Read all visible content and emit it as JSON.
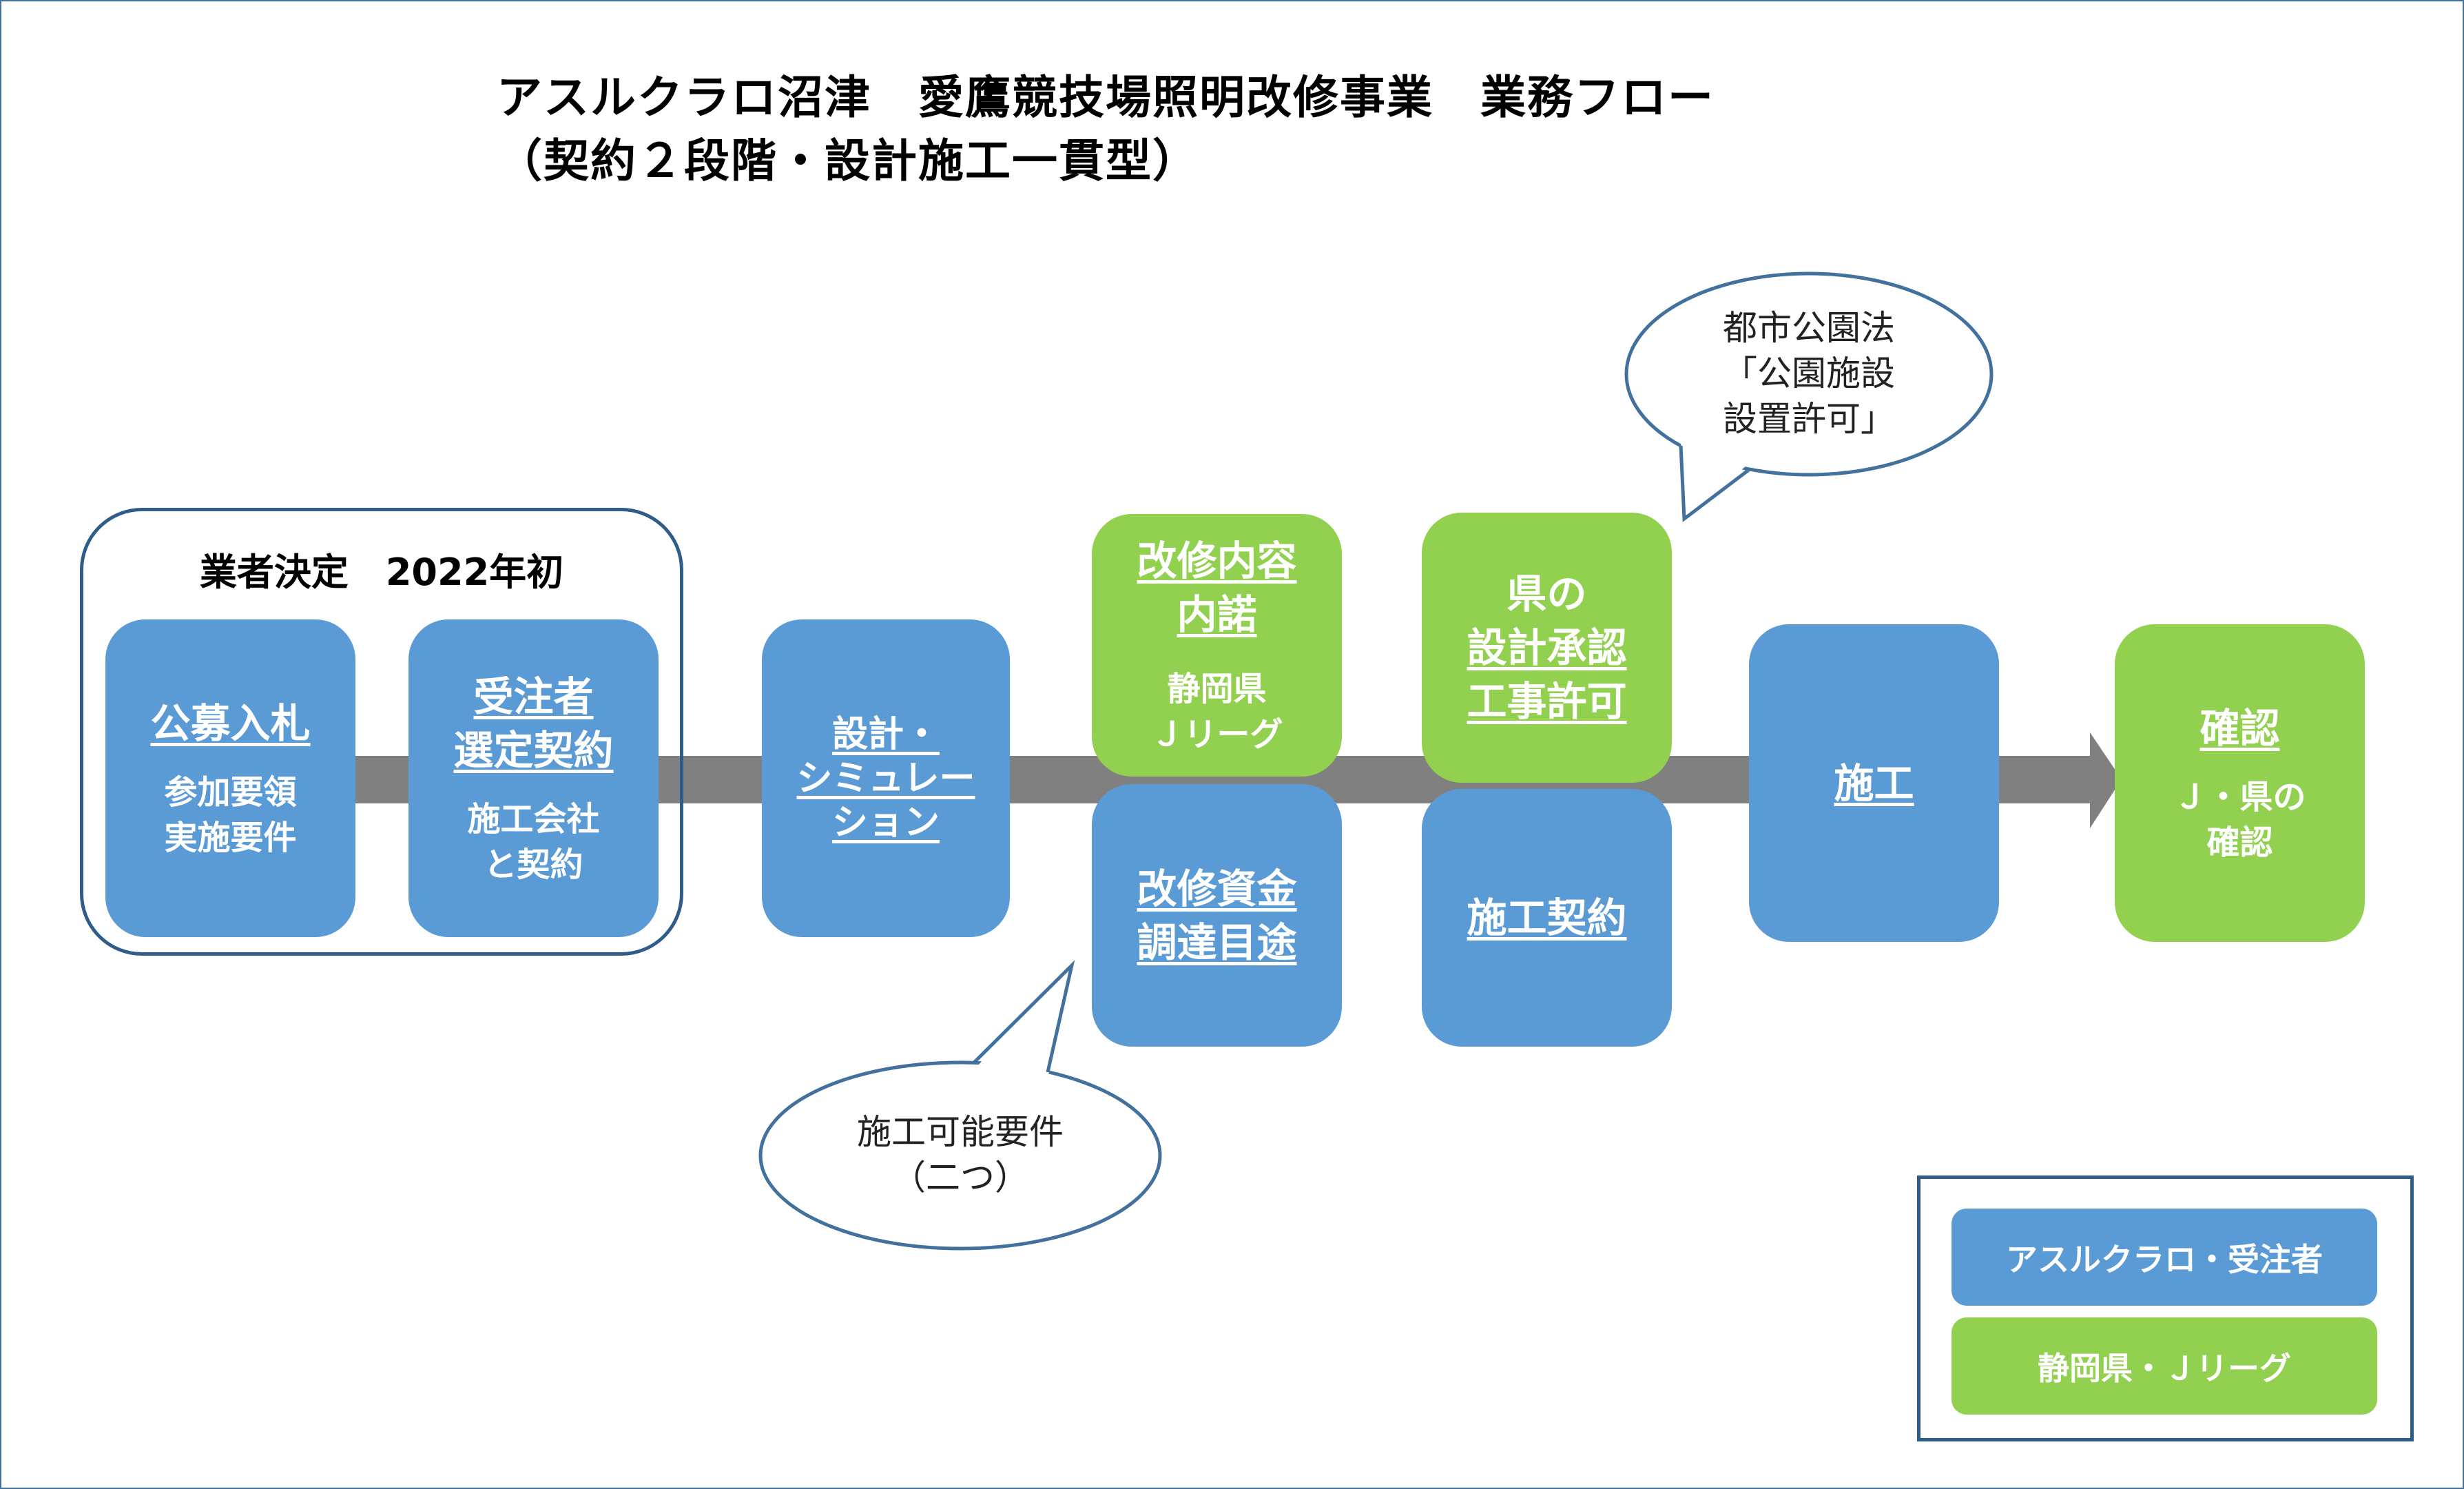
{
  "title": {
    "line1": "アスルクラロ沼津　愛鷹競技場照明改修事業　業務フロー",
    "line2": "（契約２段階・設計施工一貫型）"
  },
  "colors": {
    "client": "#5B9BD5",
    "prefecture": "#92D050",
    "arrow": "#808080",
    "outline": "#41719C"
  },
  "group": {
    "label": "業者決定　2022年初"
  },
  "steps": {
    "bid": {
      "title": "公募入札",
      "sub": "参加要領\n実施要件"
    },
    "contract": {
      "title": "受注者\n選定契約",
      "sub": "施工会社\nと契約"
    },
    "design": {
      "title": "設計・\nシミュレー\nション"
    },
    "consent": {
      "title": "改修内容\n内諾",
      "sub": "静岡県\nＪリーグ"
    },
    "funding": {
      "title": "改修資金\n調達目途"
    },
    "approval": {
      "title_plain": "県の",
      "title": "設計承認\n工事許可"
    },
    "construction_contract": {
      "title": "施工契約"
    },
    "construction": {
      "title": "施工"
    },
    "confirm": {
      "title": "確認",
      "sub": "Ｊ・県の\n確認"
    }
  },
  "callouts": {
    "park_law": "都市公園法\n「公園施設\n設置許可」",
    "requirements": "施工可能要件\n（二つ）"
  },
  "legend": {
    "client": "アスルクラロ・受注者",
    "prefecture": "静岡県・Ｊリーグ"
  }
}
